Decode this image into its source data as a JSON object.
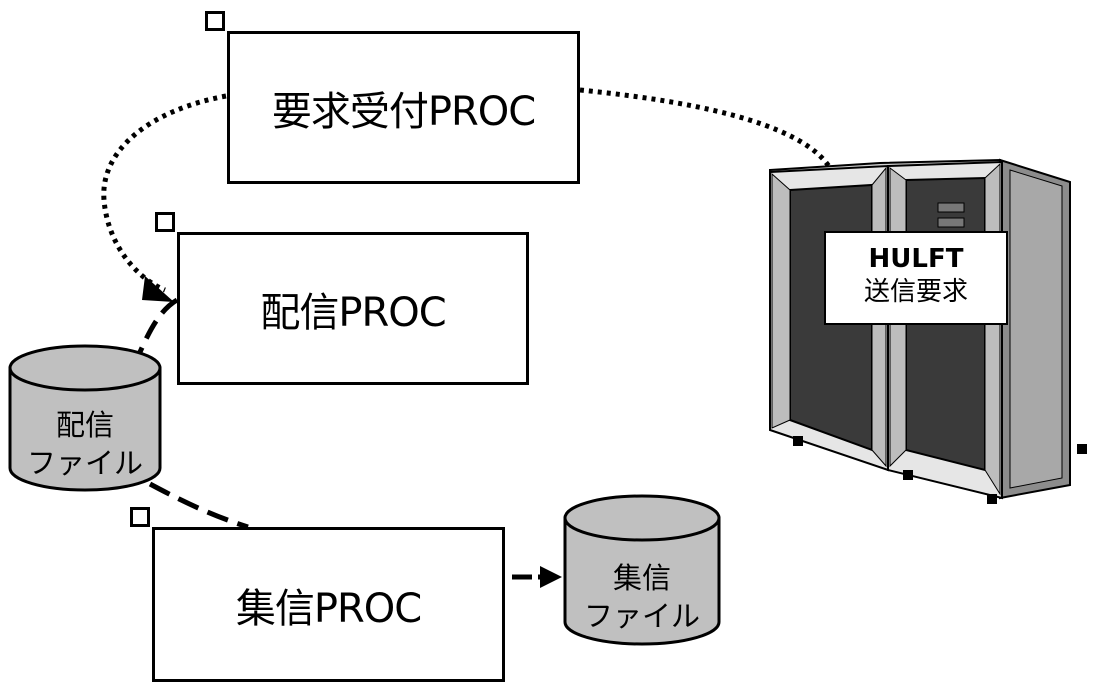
{
  "procs": {
    "request_receive": "要求受付PROC",
    "distribute": "配信PROC",
    "collect": "集信PROC"
  },
  "files": {
    "distribute_file": [
      "配信",
      "ファイル"
    ],
    "collect_file": [
      "集信",
      "ファイル"
    ]
  },
  "server": {
    "label_line1": "HULFT",
    "label_line2": "送信要求"
  },
  "colors": {
    "stroke": "#000000",
    "cylinder_fill": "#c0c0c0",
    "server_dark": "#3a3a3a",
    "server_mid": "#9a9a9a"
  }
}
